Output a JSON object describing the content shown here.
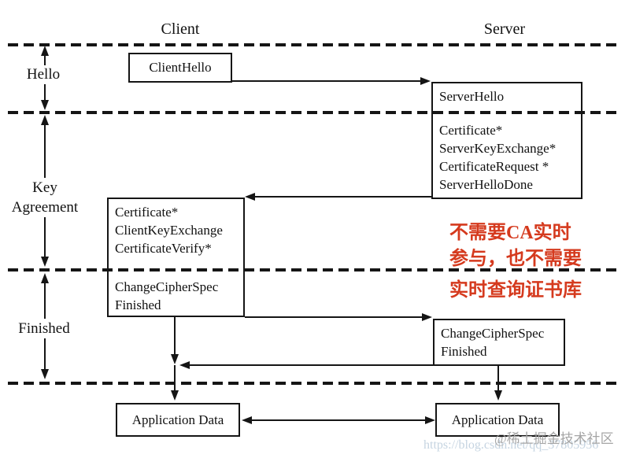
{
  "headers": {
    "client": "Client",
    "server": "Server"
  },
  "rails": {
    "hello": "Hello",
    "key_agreement_line1": "Key",
    "key_agreement_line2": "Agreement",
    "finished": "Finished"
  },
  "boxes": {
    "client_hello": {
      "title": "ClientHello"
    },
    "server_flight": {
      "hello_phase": "ServerHello",
      "key_phase": [
        "Certificate*",
        "ServerKeyExchange*",
        "CertificateRequest *",
        "ServerHelloDone"
      ]
    },
    "client_flight": {
      "key_phase": [
        "Certificate*",
        "ClientKeyExchange",
        "CertificateVerify*"
      ],
      "finished_phase": [
        "ChangeCipherSpec",
        "Finished"
      ]
    },
    "server_finished": {
      "lines": [
        "ChangeCipherSpec",
        "Finished"
      ]
    },
    "client_app_data": {
      "title": "Application Data"
    },
    "server_app_data": {
      "title": "Application Data"
    }
  },
  "annotation": {
    "color": "#d53a1e",
    "line1": "不需要CA实时",
    "line2": "参与，也不需要",
    "line3": "实时查询证书库"
  },
  "watermark": {
    "community": "@稀土掘金技术社区",
    "url": "https://blog.csdn.net/qq_37805956"
  }
}
